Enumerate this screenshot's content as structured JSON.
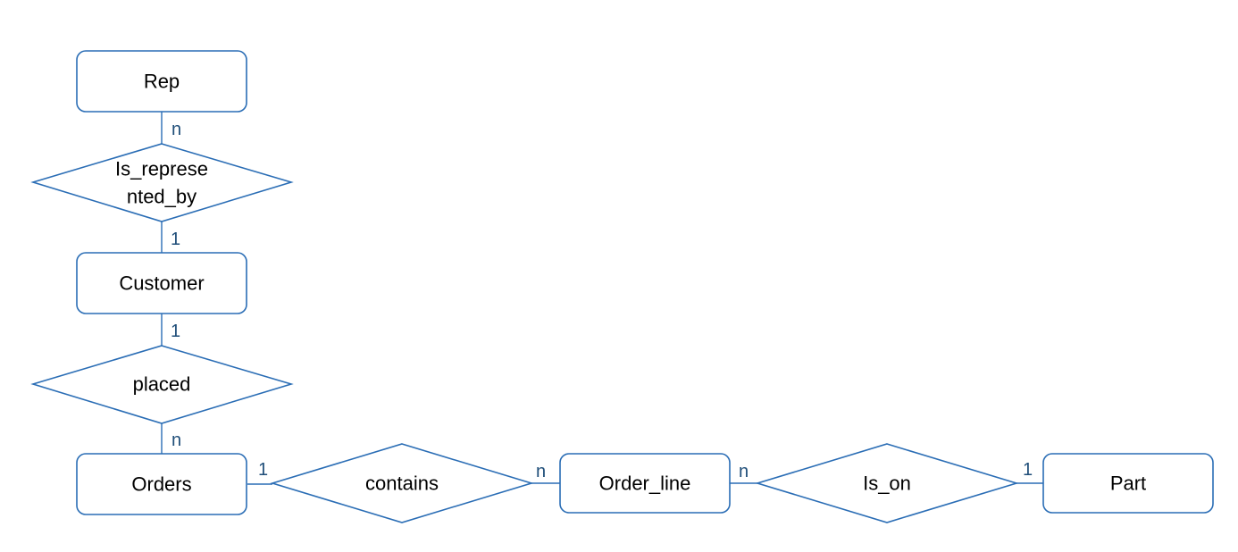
{
  "colors": {
    "stroke": "#2a6db5",
    "cardinality": "#1f4e79",
    "text": "#000000",
    "fill": "#ffffff"
  },
  "entities": {
    "rep": "Rep",
    "customer": "Customer",
    "orders": "Orders",
    "order_line": "Order_line",
    "part": "Part"
  },
  "relationships": {
    "is_represented_by": [
      "Is_represe",
      "nted_by"
    ],
    "placed": "placed",
    "contains": "contains",
    "is_on": "Is_on"
  },
  "cardinalities": {
    "rep_is_represented_by": "n",
    "is_represented_by_customer": "1",
    "customer_placed": "1",
    "placed_orders": "n",
    "orders_contains": "1",
    "contains_order_line": "n",
    "order_line_is_on": "n",
    "is_on_part": "1"
  }
}
